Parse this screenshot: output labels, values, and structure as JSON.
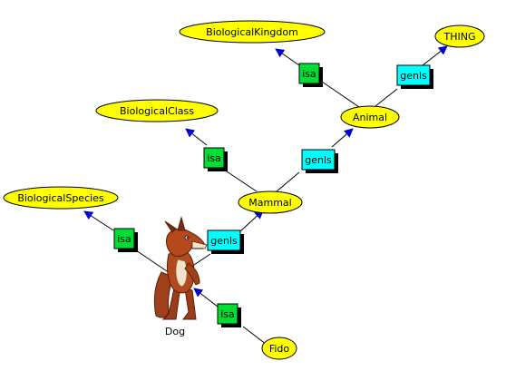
{
  "colors": {
    "concept_fill": "#ffff00",
    "isa_fill": "#00dd33",
    "genls_fill": "#00ffff",
    "shadow": "#000000",
    "edge": "#000000",
    "arrowhead": "#0000cc"
  },
  "nodes": {
    "biological_kingdom": "BiologicalKingdom",
    "thing": "THING",
    "animal": "Animal",
    "biological_class": "BiologicalClass",
    "mammal": "Mammal",
    "biological_species": "BiologicalSpecies",
    "dog": "Dog",
    "fido": "Fido"
  },
  "relations": {
    "isa_animal_kingdom": "isa",
    "genls_animal_thing": "genls",
    "isa_mammal_class": "isa",
    "genls_mammal_animal": "genls",
    "isa_dog_species": "isa",
    "genls_dog_mammal": "genls",
    "isa_fido_dog": "isa"
  },
  "icons": {
    "dog_image": "cartoon-dog-icon"
  }
}
